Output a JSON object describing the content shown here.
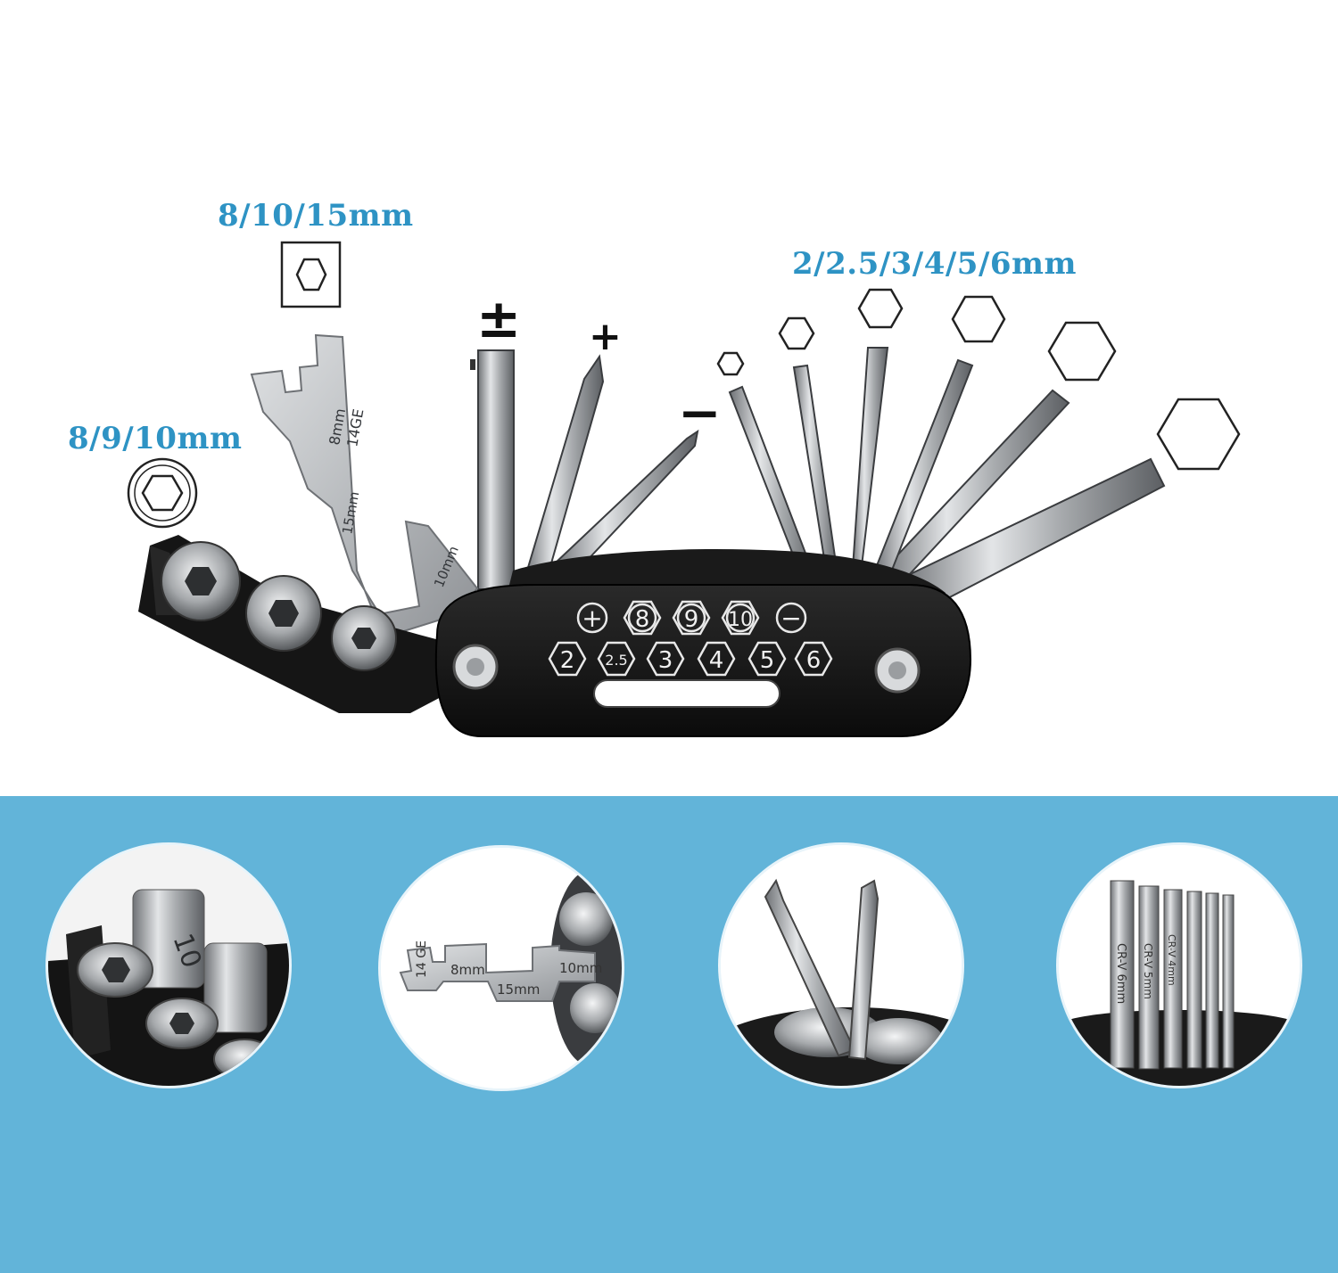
{
  "callouts": {
    "wrench_sizes": "8/10/15mm",
    "socket_sizes": "8/9/10mm",
    "hex_key_sizes": "2/2.5/3/4/5/6mm"
  },
  "tool_markings": {
    "wrench_8mm": "8mm",
    "wrench_gauge": "14GE",
    "wrench_15mm": "15mm",
    "wrench_10mm": "10mm",
    "body_plus": "+",
    "body_minus": "−",
    "body_top_row": [
      "8",
      "9",
      "10"
    ],
    "body_bottom_row": [
      "2",
      "2.5",
      "3",
      "4",
      "5",
      "6"
    ]
  },
  "bit_symbols": {
    "flathead_phillips": "±",
    "phillips": "+",
    "flathead": "−"
  },
  "detail_markings": {
    "socket_10": "10",
    "wrench_gauge": "14 GE",
    "wrench_8mm": "8mm",
    "wrench_10mm": "10mm",
    "wrench_15mm": "15mm",
    "hex_crv_6": "CR-V 6mm",
    "hex_crv_5": "CR-V 5mm",
    "hex_crv_4": "CR-V 4mm"
  },
  "colors": {
    "accent_blue": "#2e93c4",
    "band_blue": "#62b4d9",
    "body_black": "#141414",
    "steel": "#b9bcbf"
  }
}
